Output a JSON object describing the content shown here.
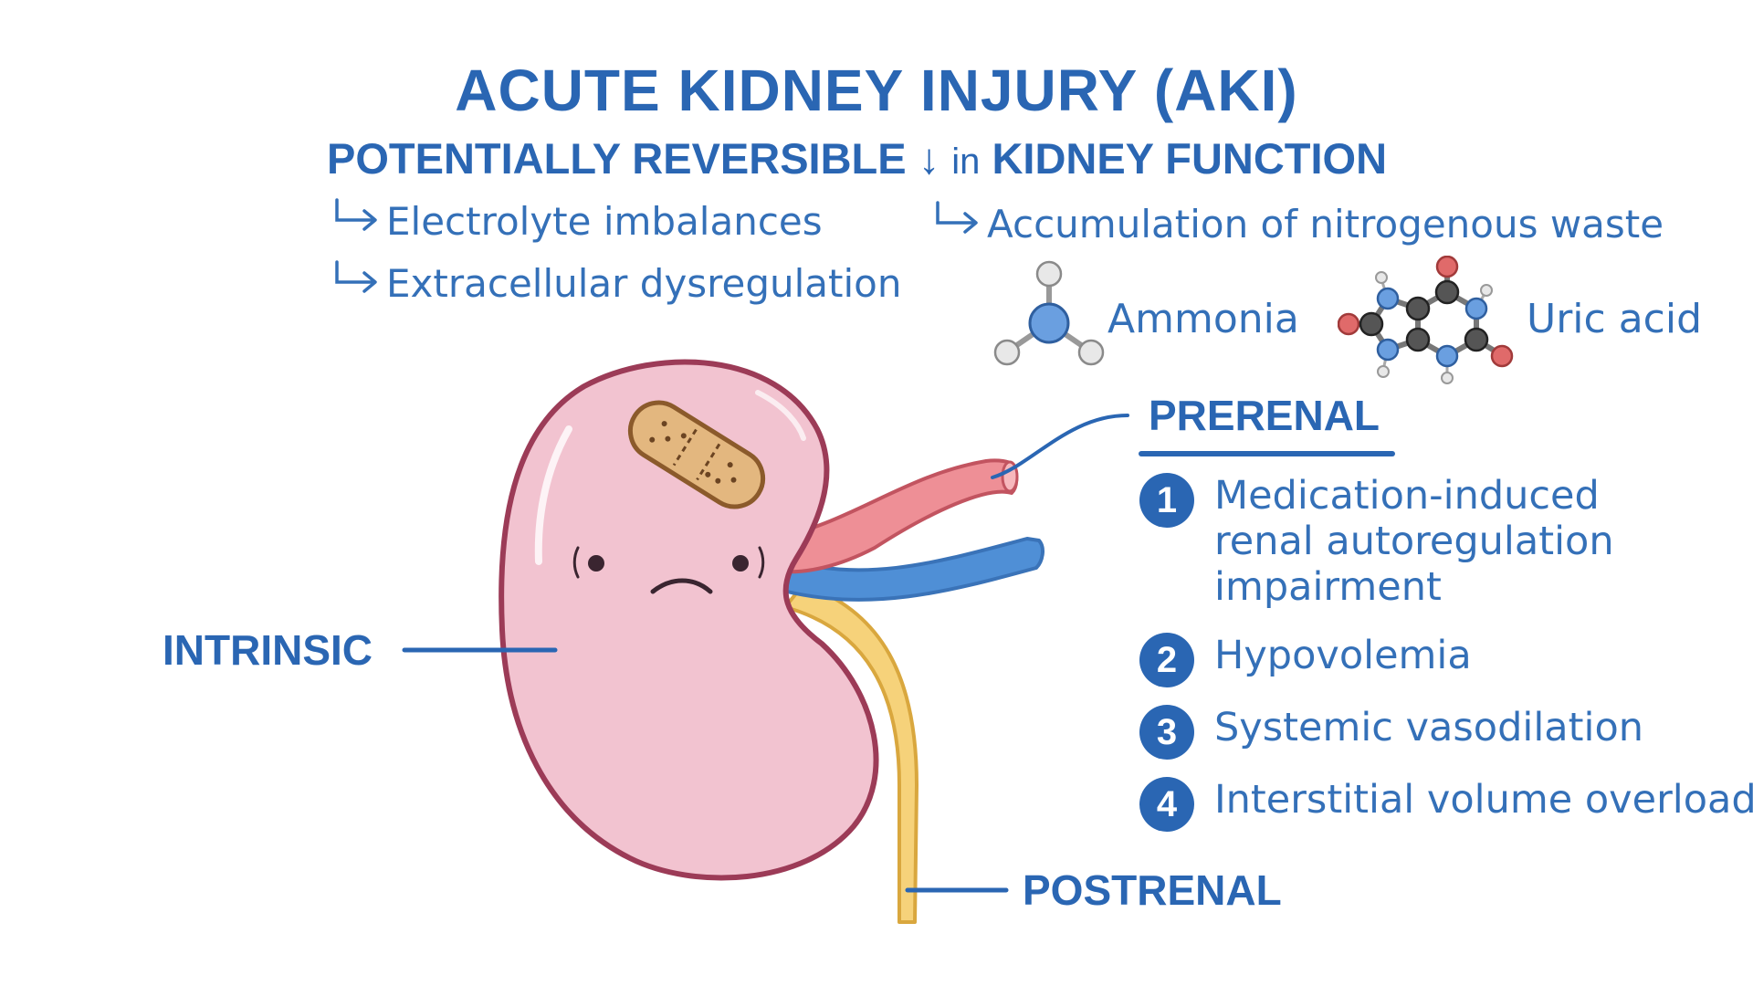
{
  "title": "ACUTE KIDNEY INJURY (AKI)",
  "subtitle": {
    "before": "POTENTIALLY REVERSIBLE",
    "arrow": "↓",
    "small": "in",
    "after": "KIDNEY FUNCTION"
  },
  "effects_left": [
    "Electrolyte imbalances",
    "Extracellular dysregulation"
  ],
  "effect_right": "Accumulation of nitrogenous waste",
  "molecules": [
    {
      "name": "Ammonia",
      "icon": "ammonia-molecule-icon"
    },
    {
      "name": "Uric acid",
      "icon": "uric-acid-molecule-icon"
    }
  ],
  "categories": {
    "prerenal": "PRERENAL",
    "intrinsic": "INTRINSIC",
    "postrenal": "POSTRENAL"
  },
  "prerenal_causes": [
    {
      "number": "1",
      "lines": [
        "Medication-induced",
        "renal autoregulation",
        "impairment"
      ]
    },
    {
      "number": "2",
      "lines": [
        "Hypovolemia"
      ]
    },
    {
      "number": "3",
      "lines": [
        "Systemic vasodilation"
      ]
    },
    {
      "number": "4",
      "lines": [
        "Interstitial volume overload"
      ]
    }
  ],
  "colors": {
    "text_blue": "#2a66b3",
    "kidney_pink": "#f2c3d0",
    "kidney_outline": "#9c3b57",
    "artery_red": "#ee8f96",
    "vein_blue": "#4f8fd6",
    "ureter_yellow": "#f6d27a",
    "bandage_tan": "#e3b77f"
  }
}
